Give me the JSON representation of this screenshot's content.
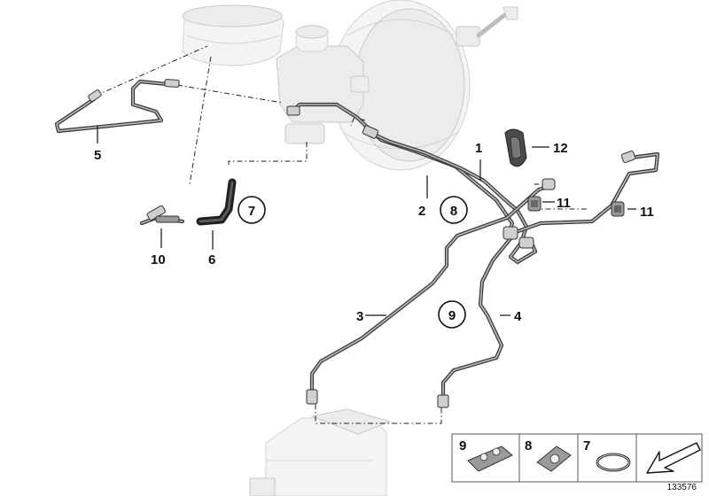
{
  "callouts": {
    "c1": "1",
    "c2": "2",
    "c3": "3",
    "c4": "4",
    "c5": "5",
    "c6": "6",
    "c7": "7",
    "c8": "8",
    "c9": "9",
    "c10": "10",
    "c11a": "11",
    "c11b": "11",
    "c12": "12"
  },
  "legend": {
    "item9": "9",
    "item8": "8",
    "item7": "7"
  },
  "diagram_number": "133576"
}
